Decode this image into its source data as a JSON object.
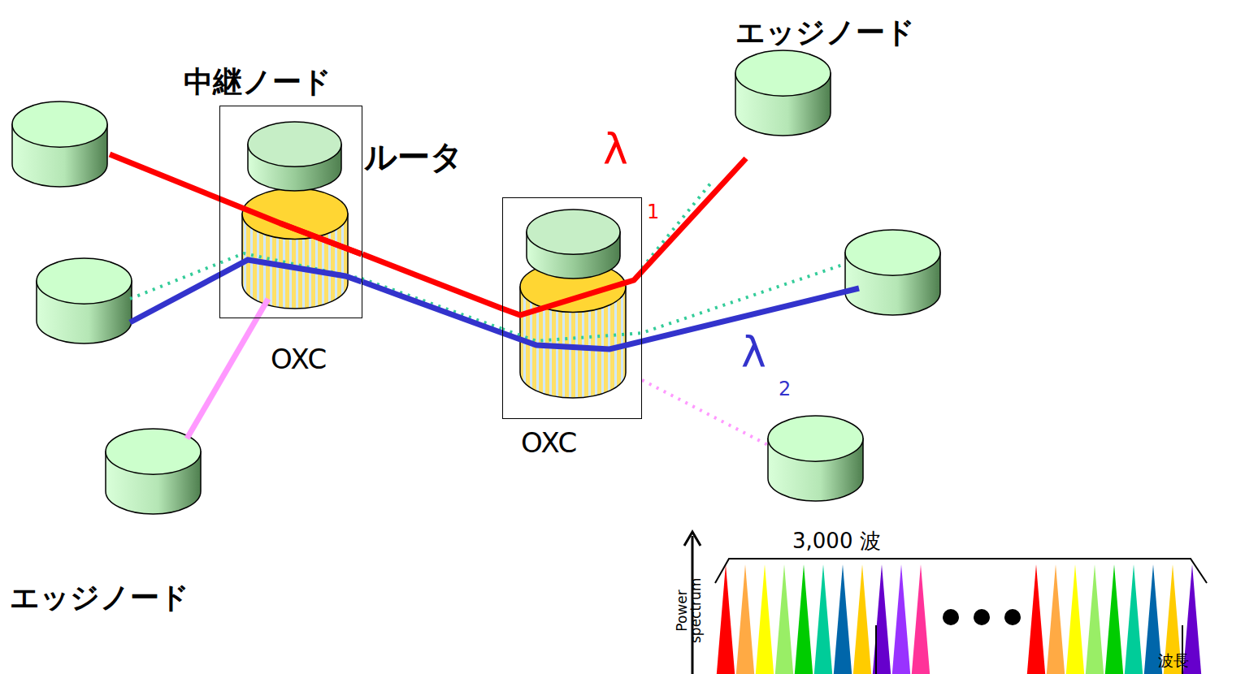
{
  "diagram": {
    "nodes": [
      {
        "text": [
          "中継ノード",
          "OXC"
        ]
      },
      {
        "text": [
          "ルータ"
        ],
        "in": 0
      },
      {
        "text": [
          "OXC"
        ]
      }
    ],
    "edges": [
      {
        "from": 0,
        "to": 2,
        "arrow": "none"
      },
      {
        "from": 0,
        "to": 2,
        "arrow": "none"
      }
    ],
    "labels": [
      "エッジノード",
      "エッジノード",
      "λ",
      "1",
      "λ",
      "2",
      "3,000 波",
      "Power spectrum",
      "波長"
    ]
  }
}
